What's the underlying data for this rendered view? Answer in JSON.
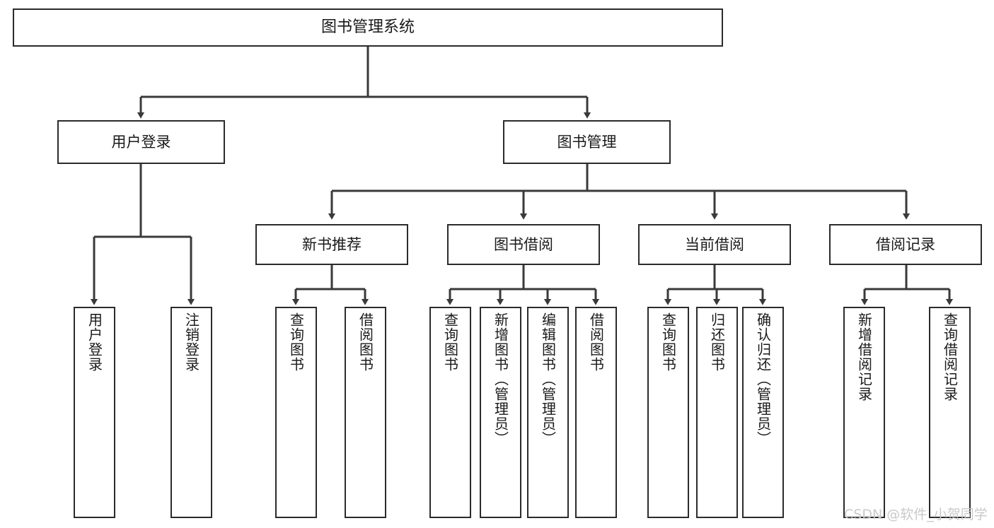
{
  "diagram": {
    "title": "图书管理系统",
    "type": "tree-hierarchy",
    "root": {
      "id": "root",
      "label": "图书管理系统"
    },
    "level2": [
      {
        "id": "user-login",
        "label": "用户登录"
      },
      {
        "id": "book-manage",
        "label": "图书管理"
      }
    ],
    "level3": [
      {
        "id": "new-book-rec",
        "label": "新书推荐"
      },
      {
        "id": "book-borrow",
        "label": "图书借阅"
      },
      {
        "id": "current-borrow",
        "label": "当前借阅"
      },
      {
        "id": "borrow-record",
        "label": "借阅记录"
      }
    ],
    "leaves": {
      "user_login": [
        {
          "id": "leaf-user-login",
          "label": "用户登录"
        },
        {
          "id": "leaf-logout-login",
          "label": "注销登录"
        }
      ],
      "new_book_rec": [
        {
          "id": "leaf-query-book-1",
          "label": "查询图书"
        },
        {
          "id": "leaf-borrow-book-1",
          "label": "借阅图书"
        }
      ],
      "book_borrow": [
        {
          "id": "leaf-query-book-2",
          "label": "查询图书"
        },
        {
          "id": "leaf-add-book",
          "label": "新增图书（管理员）"
        },
        {
          "id": "leaf-edit-book",
          "label": "编辑图书（管理员）"
        },
        {
          "id": "leaf-borrow-book-2",
          "label": "借阅图书"
        }
      ],
      "current_borrow": [
        {
          "id": "leaf-query-book-3",
          "label": "查询图书"
        },
        {
          "id": "leaf-return-book",
          "label": "归还图书"
        },
        {
          "id": "leaf-confirm-return",
          "label": "确认归还（管理员）"
        }
      ],
      "borrow_record": [
        {
          "id": "leaf-add-record",
          "label": "新增借阅记录"
        },
        {
          "id": "leaf-query-record",
          "label": "查询借阅记录"
        }
      ]
    }
  },
  "watermark": {
    "text": "CSDN @软件_小贺同学"
  },
  "colors": {
    "box_border": "#2b2b2b",
    "box_fill": "#ffffff",
    "edge": "#3a3a3a",
    "text": "#1a1a1a",
    "watermark": "#c9c9c9",
    "background": "#ffffff"
  }
}
